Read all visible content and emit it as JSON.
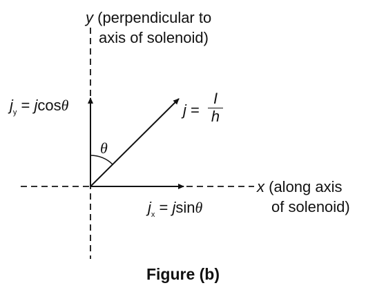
{
  "diagram": {
    "y_axis_symbol": "y",
    "y_axis_desc_line1": "(perpendicular to",
    "y_axis_desc_line2": "axis of solenoid)",
    "x_axis_symbol": "x",
    "x_axis_desc_line1": "(along axis",
    "x_axis_desc_line2": "of solenoid)",
    "angle_symbol": "θ",
    "jy": {
      "base": "j",
      "sub": "y",
      "eq": " = ",
      "rhs_var": "j",
      "rhs_fn": "cos",
      "rhs_ang": "θ"
    },
    "jx": {
      "base": "j",
      "sub": "x",
      "eq": " = ",
      "rhs_var": "j",
      "rhs_fn": "sin",
      "rhs_ang": "θ"
    },
    "j_vector": {
      "lhs": "j",
      "eq": " = ",
      "numerator": "I",
      "denominator": "h"
    },
    "caption": "Figure (b)"
  },
  "colors": {
    "ink": "#111111",
    "background": "#ffffff"
  }
}
